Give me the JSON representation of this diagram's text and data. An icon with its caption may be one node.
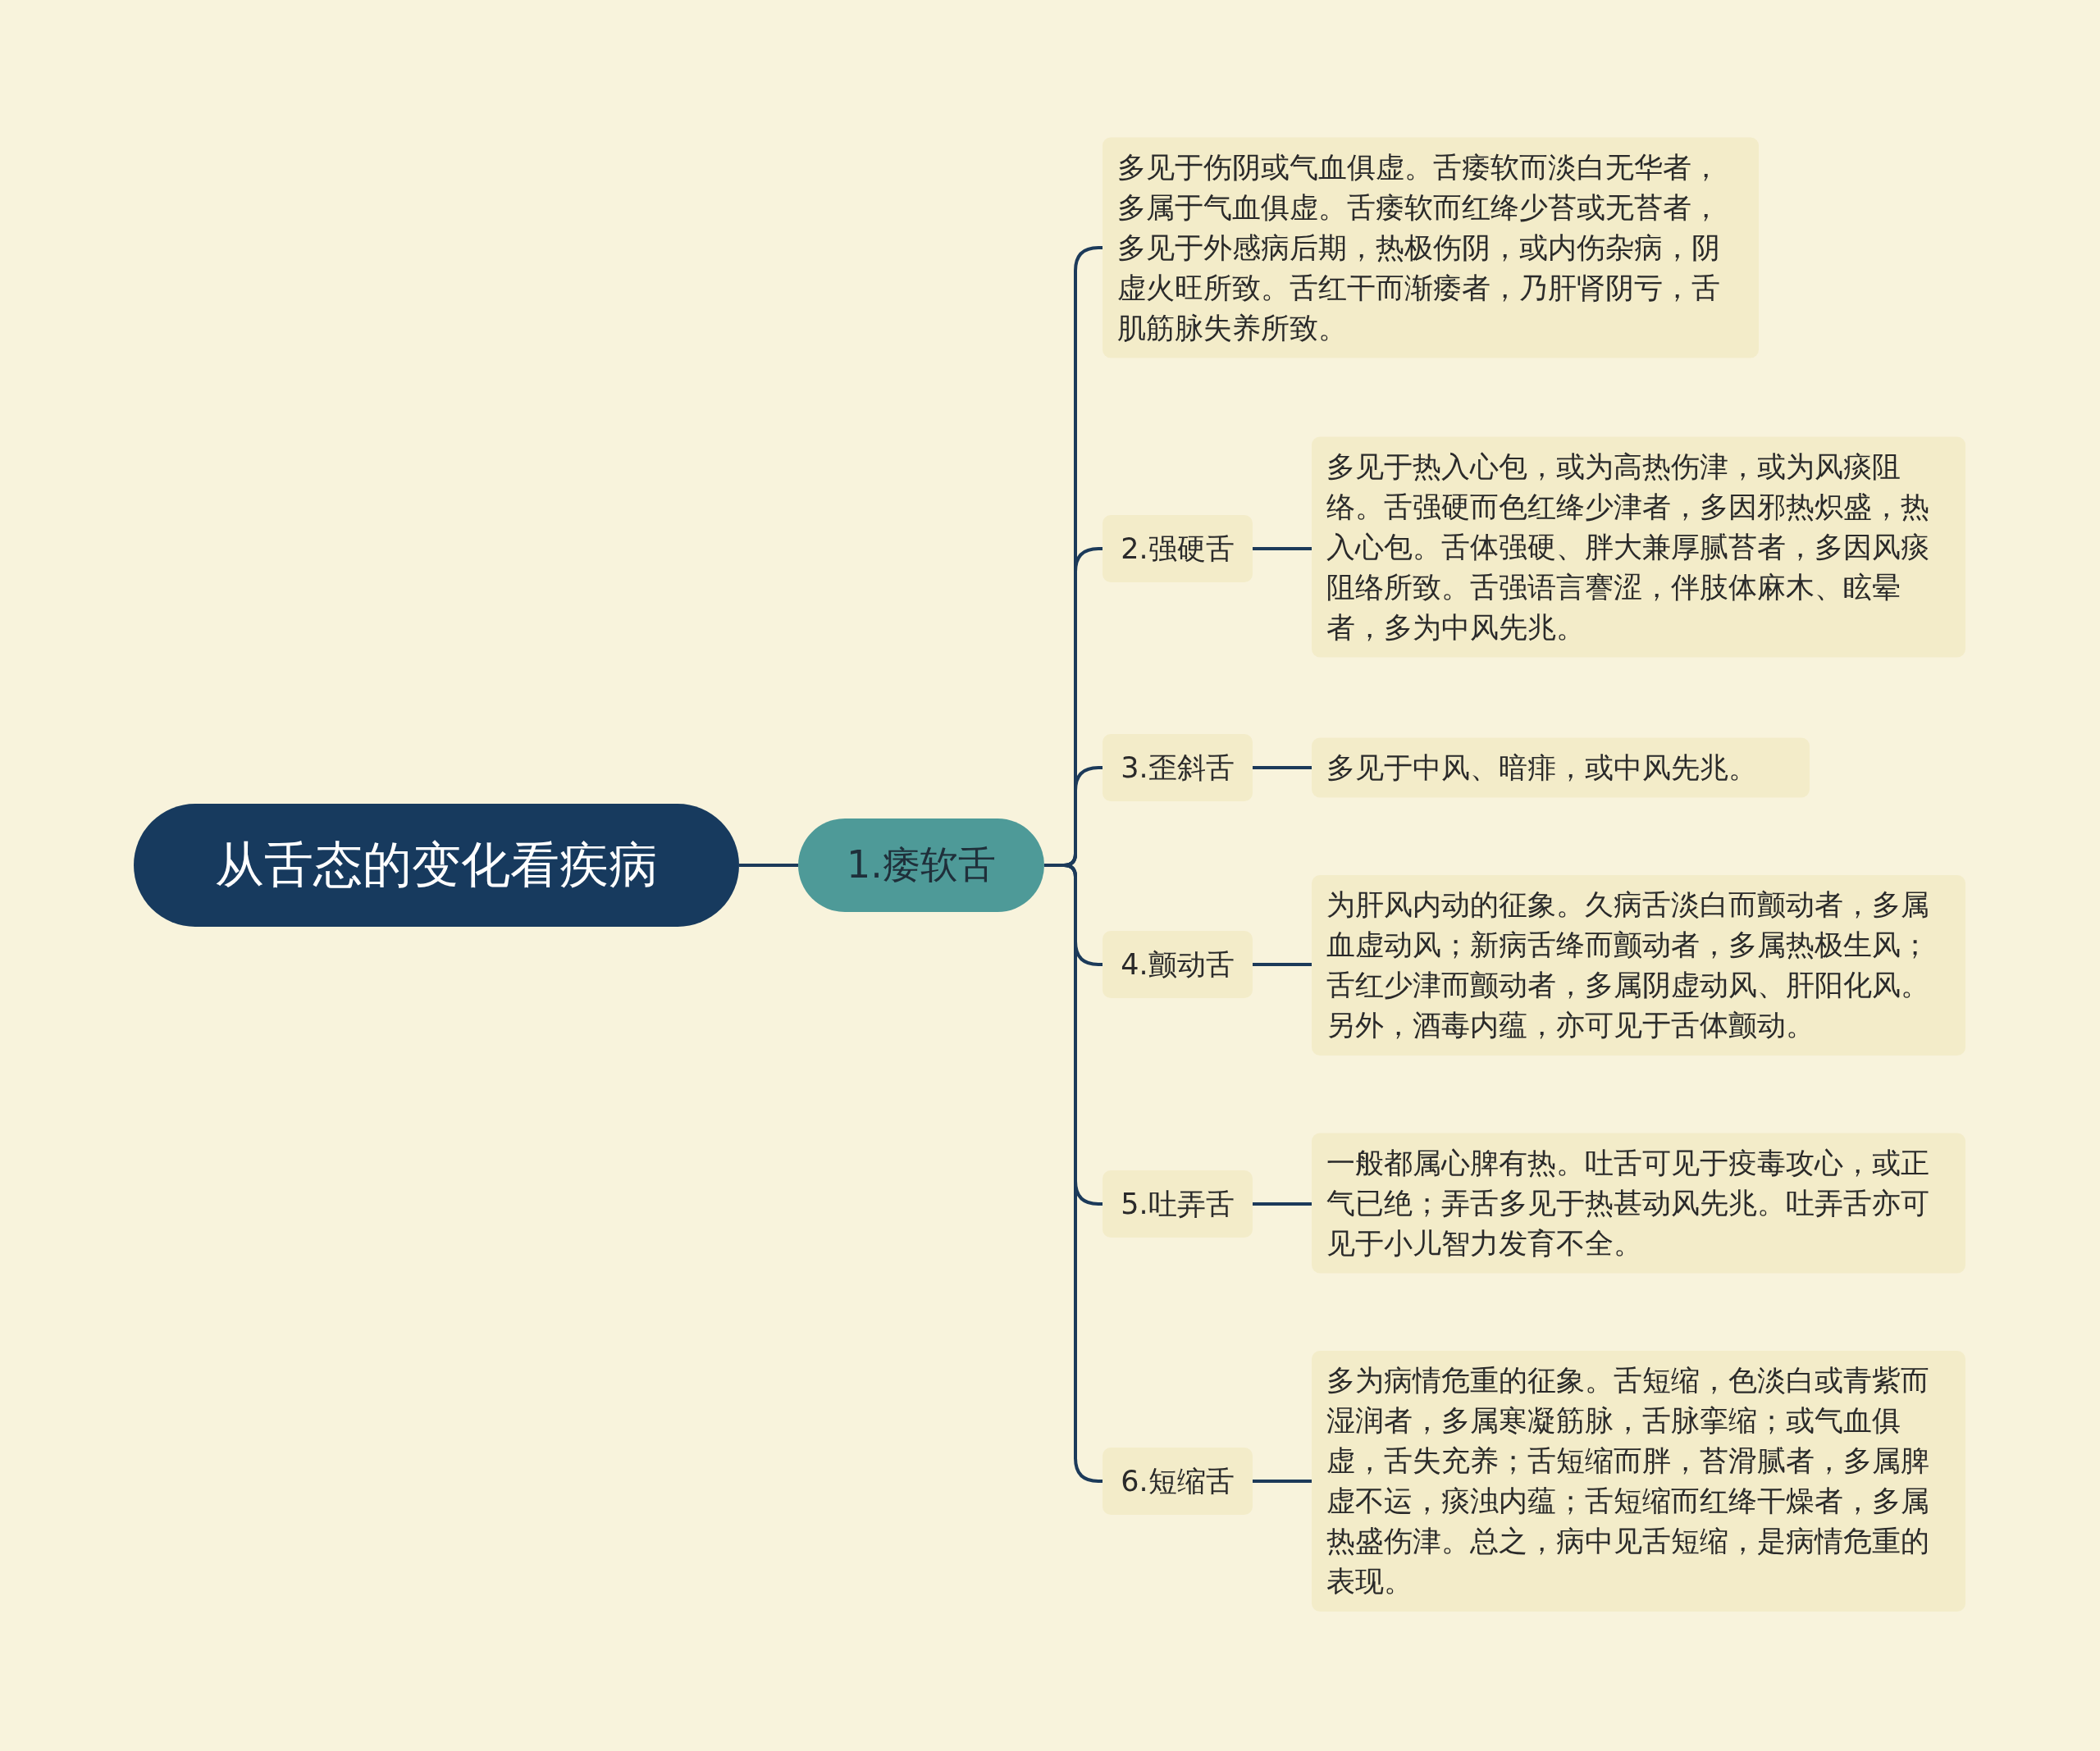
{
  "diagram": {
    "nodes": [
      {
        "text": [
          "从舌态的变化看疾病"
        ]
      },
      {
        "text": [
          "1.痿软舌"
        ]
      },
      {
        "text": [
          "多见于伤阴或气血俱虚。舌痿软而淡白无华者，多属于气血俱虚。舌痿软而红绛少苔或无苔者，多见于外感病后期，热极伤阴，或内伤杂病，阴虚火旺所致。舌红干而渐痿者，乃肝肾阴亏，舌肌筋脉失养所致。"
        ]
      },
      {
        "text": [
          "2.强硬舌"
        ]
      },
      {
        "text": [
          "多见于热入心包，或为高热伤津，或为风痰阻络。舌强硬而色红绛少津者，多因邪热炽盛，热入心包。舌体强硬、胖大兼厚腻苔者，多因风痰阻络所致。舌强语言謇涩，伴肢体麻木、眩晕者，多为中风先兆。"
        ]
      },
      {
        "text": [
          "3.歪斜舌"
        ]
      },
      {
        "text": [
          "多见于中风、暗痱，或中风先兆。"
        ]
      },
      {
        "text": [
          "4.颤动舌"
        ]
      },
      {
        "text": [
          "为肝风内动的征象。久病舌淡白而颤动者，多属血虚动风；新病舌绛而颤动者，多属热极生风；舌红少津而颤动者，多属阴虚动风、肝阳化风。另外，酒毒内蕴，亦可见于舌体颤动。"
        ]
      },
      {
        "text": [
          "5.吐弄舌"
        ]
      },
      {
        "text": [
          "一般都属心脾有热。吐舌可见于疫毒攻心，或正气已绝；弄舌多见于热甚动风先兆。吐弄舌亦可见于小儿智力发育不全。"
        ]
      },
      {
        "text": [
          "6.短缩舌"
        ]
      },
      {
        "text": [
          "多为病情危重的征象。舌短缩，色淡白或青紫而湿润者，多属寒凝筋脉，舌脉挛缩；或气血俱虚，舌失充养；舌短缩而胖，苔滑腻者，多属脾虚不运，痰浊内蕴；舌短缩而红绛干燥者，多属热盛伤津。总之，病中见舌短缩，是病情危重的表现。"
        ]
      }
    ],
    "edges": [
      {
        "from": 0,
        "to": 1,
        "arrow": "none"
      },
      {
        "from": 1,
        "to": 2,
        "arrow": "none"
      },
      {
        "from": 1,
        "to": 3,
        "arrow": "none"
      },
      {
        "from": 1,
        "to": 5,
        "arrow": "none"
      },
      {
        "from": 1,
        "to": 7,
        "arrow": "none"
      },
      {
        "from": 1,
        "to": 9,
        "arrow": "none"
      },
      {
        "from": 1,
        "to": 11,
        "arrow": "none"
      },
      {
        "from": 3,
        "to": 4,
        "arrow": "none"
      },
      {
        "from": 5,
        "to": 6,
        "arrow": "none"
      },
      {
        "from": 7,
        "to": 8,
        "arrow": "none"
      },
      {
        "from": 9,
        "to": 10,
        "arrow": "none"
      },
      {
        "from": 11,
        "to": 12,
        "arrow": "none"
      }
    ]
  }
}
